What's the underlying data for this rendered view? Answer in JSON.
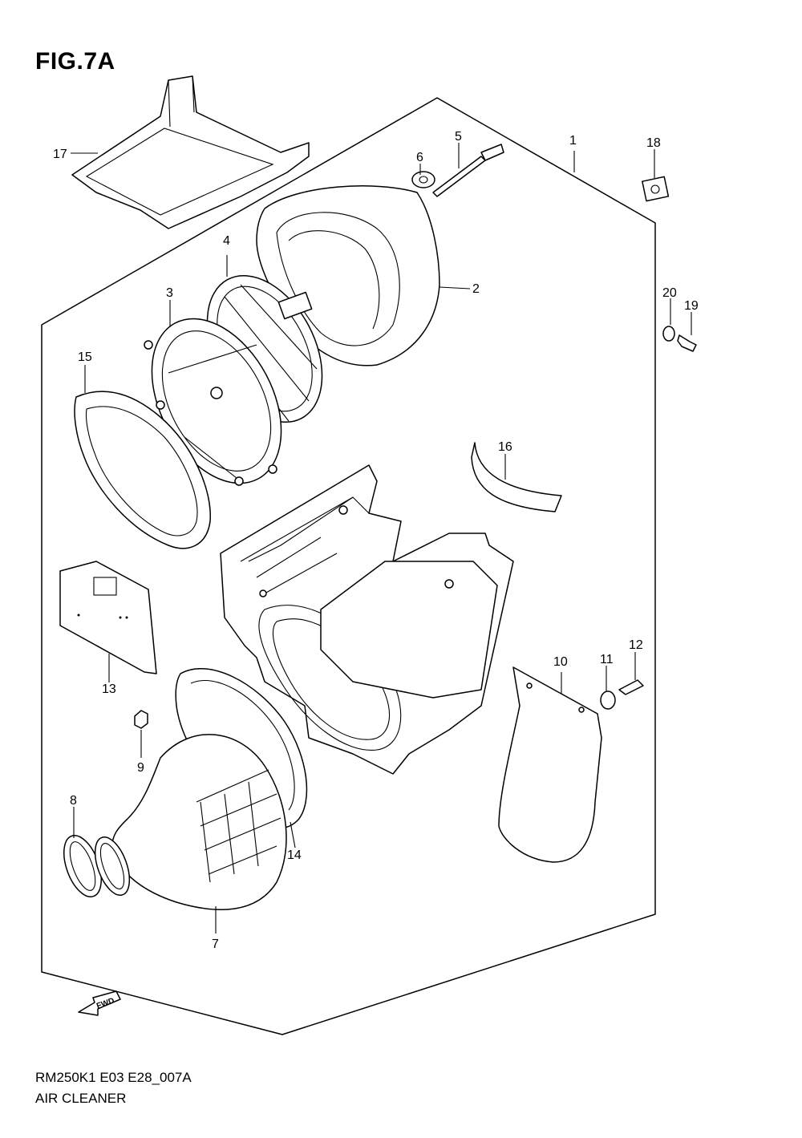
{
  "figure": {
    "title": "FIG.7A",
    "code": "RM250K1 E03 E28_007A",
    "name": "AIR CLEANER"
  },
  "fwd_label": "FWD",
  "callouts": {
    "p1": "1",
    "p2": "2",
    "p3": "3",
    "p4": "4",
    "p5": "5",
    "p6": "6",
    "p7": "7",
    "p8": "8",
    "p9": "9",
    "p10": "10",
    "p11": "11",
    "p12": "12",
    "p13": "13",
    "p14": "14",
    "p15": "15",
    "p16": "16",
    "p17": "17",
    "p18": "18",
    "p19": "19",
    "p20": "20"
  }
}
